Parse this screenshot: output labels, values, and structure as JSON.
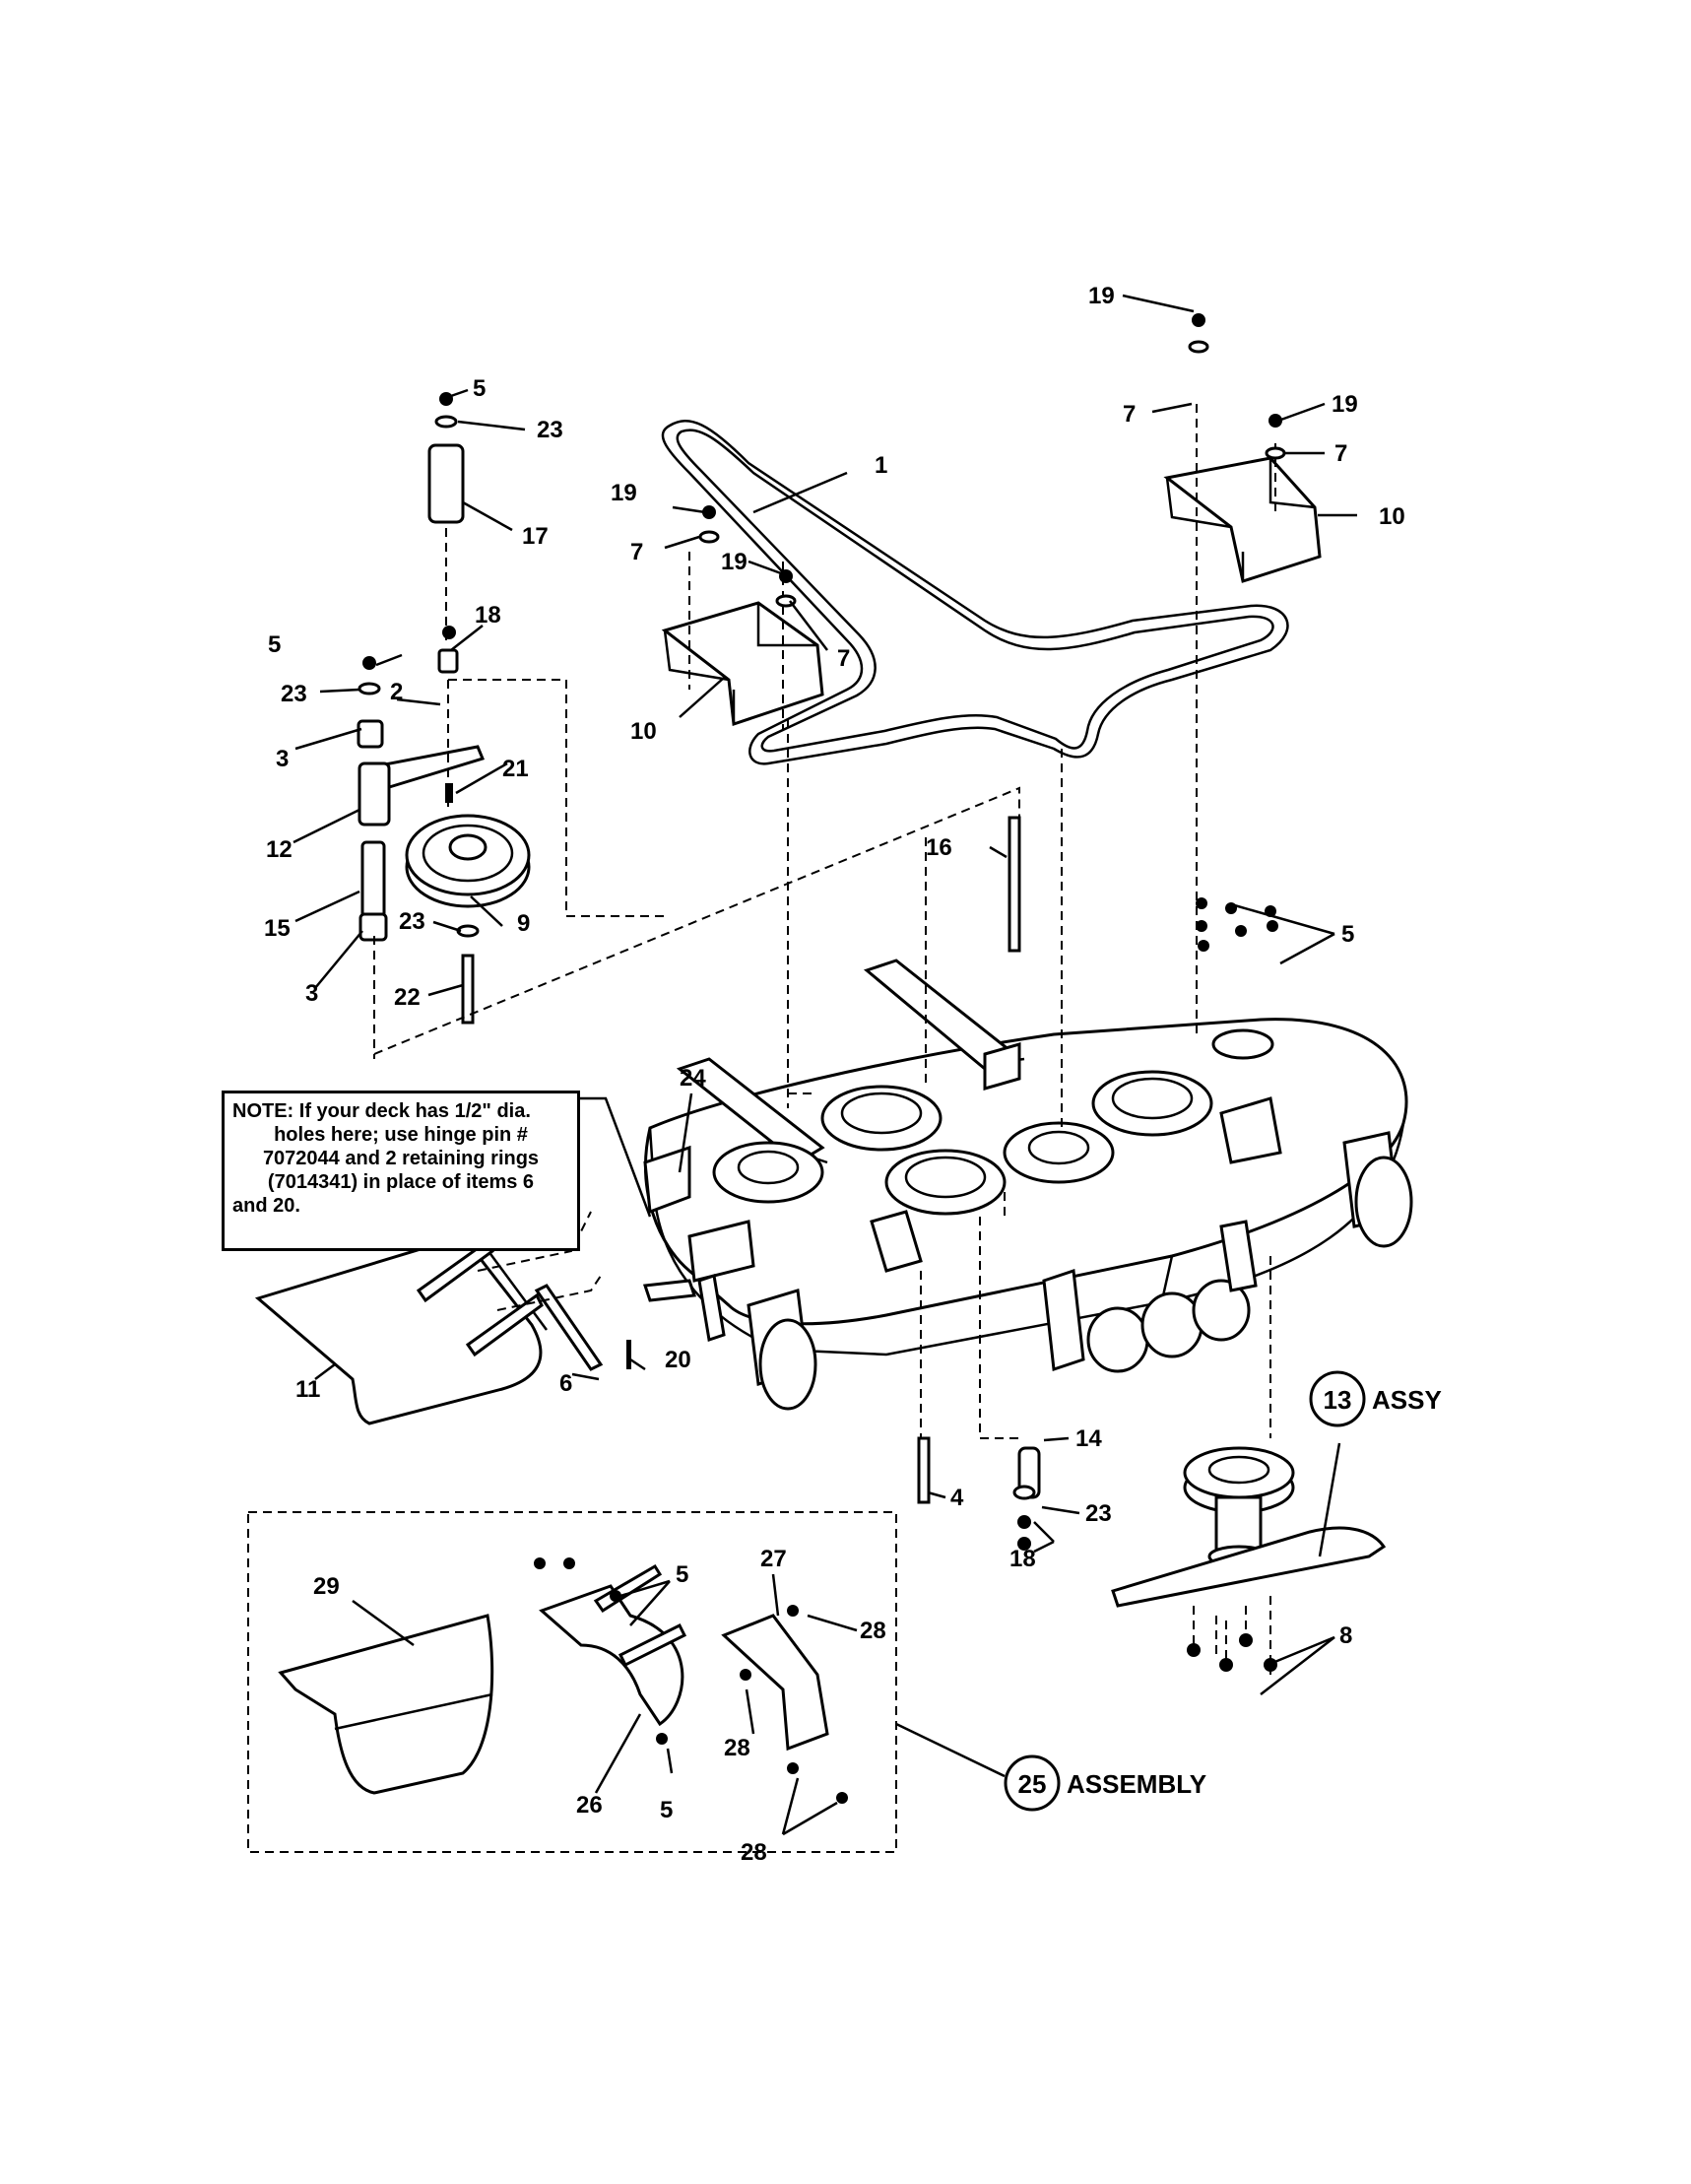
{
  "note": {
    "lines": [
      "NOTE: If your deck has 1/2\" dia.",
      "holes here; use hinge pin #",
      "7072044 and 2 retaining rings",
      "(7014341) in place of items 6",
      "and 20."
    ]
  },
  "callouts": {
    "c1": "1",
    "c2": "2",
    "c3a": "3",
    "c3b": "3",
    "c4": "4",
    "c5a": "5",
    "c5b": "5",
    "c5c": "5",
    "c5d": "5",
    "c5e": "5",
    "c6": "6",
    "c7a": "7",
    "c7b": "7",
    "c7c": "7",
    "c7d": "7",
    "c8": "8",
    "c9": "9",
    "c10a": "10",
    "c10b": "10",
    "c11": "11",
    "c12": "12",
    "c14": "14",
    "c15": "15",
    "c16": "16",
    "c17": "17",
    "c18a": "18",
    "c18b": "18",
    "c19a": "19",
    "c19b": "19",
    "c19c": "19",
    "c19d": "19",
    "c20": "20",
    "c21": "21",
    "c22": "22",
    "c23a": "23",
    "c23b": "23",
    "c23c": "23",
    "c23d": "23",
    "c24": "24",
    "c26": "26",
    "c27": "27",
    "c28a": "28",
    "c28b": "28",
    "c28c": "28",
    "c29": "29"
  },
  "assemblies": {
    "blade": {
      "number": "13",
      "label": "ASSY"
    },
    "chute": {
      "number": "25",
      "label": "ASSEMBLY"
    }
  }
}
